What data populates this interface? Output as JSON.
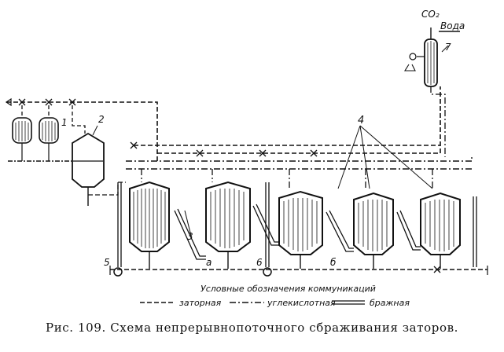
{
  "labels": {
    "co2": "CO₂",
    "water": "Вода",
    "n1": "1",
    "n2": "2",
    "n3": "3",
    "n4": "4",
    "n5": "5",
    "n6": "6",
    "n7": "7",
    "a": "а",
    "b": "б"
  },
  "legend": {
    "title": "Условные обозначения коммуникаций",
    "mash": "заторная",
    "co2line": "углекислотная",
    "wash": "бражная"
  },
  "caption": "Рис. 109. Схема непрерывнопоточного сбраживания заторов."
}
